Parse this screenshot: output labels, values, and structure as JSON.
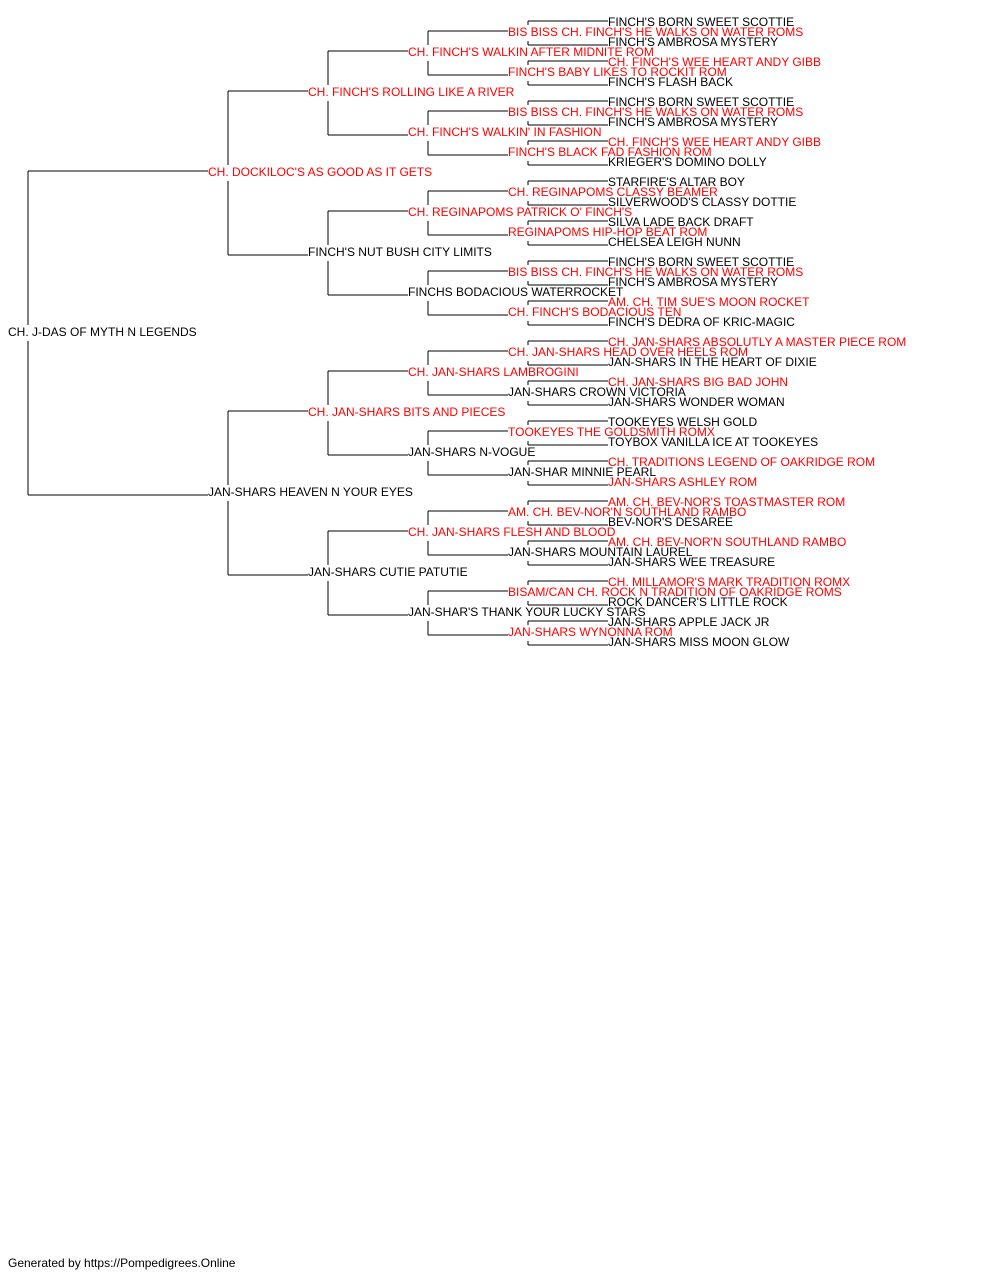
{
  "colors": {
    "champion": "#ff0000",
    "normal": "#000000",
    "line": "#000000"
  },
  "footer": "Generated by https://Pompedigrees.Online",
  "pedigree": {
    "name": "CH. J-DAS OF MYTH N LEGENDS",
    "champion": false,
    "sire": {
      "name": "CH. DOCKILOC'S AS GOOD AS IT GETS",
      "champion": true,
      "sire": {
        "name": "CH. FINCH'S ROLLING LIKE A RIVER",
        "champion": true,
        "sire": {
          "name": "CH. FINCH'S WALKIN AFTER MIDNITE ROM",
          "champion": true,
          "sire": {
            "name": "BIS BISS CH. FINCH'S HE WALKS ON WATER ROMS",
            "champion": true,
            "sire": {
              "name": "FINCH'S BORN SWEET SCOTTIE",
              "champion": false
            },
            "dam": {
              "name": "FINCH'S AMBROSA MYSTERY",
              "champion": false
            }
          },
          "dam": {
            "name": "FINCH'S BABY LIKES TO ROCKIT ROM",
            "champion": true,
            "sire": {
              "name": "CH. FINCH'S WEE HEART ANDY GIBB",
              "champion": true
            },
            "dam": {
              "name": "FINCH'S FLASH BACK",
              "champion": false
            }
          }
        },
        "dam": {
          "name": "CH. FINCH'S WALKIN' IN FASHION",
          "champion": true,
          "sire": {
            "name": "BIS BISS CH. FINCH'S HE WALKS ON WATER ROMS",
            "champion": true,
            "sire": {
              "name": "FINCH'S BORN SWEET SCOTTIE",
              "champion": false
            },
            "dam": {
              "name": "FINCH'S AMBROSA MYSTERY",
              "champion": false
            }
          },
          "dam": {
            "name": "FINCH'S BLACK FAD FASHION ROM",
            "champion": true,
            "sire": {
              "name": "CH. FINCH'S WEE HEART ANDY GIBB",
              "champion": true
            },
            "dam": {
              "name": "KRIEGER'S DOMINO DOLLY",
              "champion": false
            }
          }
        }
      },
      "dam": {
        "name": "FINCH'S NUT BUSH CITY LIMITS",
        "champion": false,
        "sire": {
          "name": "CH. REGINAPOMS PATRICK O' FINCH'S",
          "champion": true,
          "sire": {
            "name": "CH. REGINAPOMS CLASSY BEAMER",
            "champion": true,
            "sire": {
              "name": "STARFIRE'S ALTAR BOY",
              "champion": false
            },
            "dam": {
              "name": "SILVERWOOD'S CLASSY DOTTIE",
              "champion": false
            }
          },
          "dam": {
            "name": "REGINAPOMS HIP-HOP BEAT ROM",
            "champion": true,
            "sire": {
              "name": "SILVA LADE BACK DRAFT",
              "champion": false
            },
            "dam": {
              "name": "CHELSEA LEIGH NUNN",
              "champion": false
            }
          }
        },
        "dam": {
          "name": "FINCHS BODACIOUS WATERROCKET",
          "champion": false,
          "sire": {
            "name": "BIS BISS CH. FINCH'S HE WALKS ON WATER ROMS",
            "champion": true,
            "sire": {
              "name": "FINCH'S BORN SWEET SCOTTIE",
              "champion": false
            },
            "dam": {
              "name": "FINCH'S AMBROSA MYSTERY",
              "champion": false
            }
          },
          "dam": {
            "name": "CH. FINCH'S BODACIOUS TEN",
            "champion": true,
            "sire": {
              "name": "AM. CH. TIM SUE'S MOON ROCKET",
              "champion": true
            },
            "dam": {
              "name": "FINCH'S DEDRA OF KRIC-MAGIC",
              "champion": false
            }
          }
        }
      }
    },
    "dam": {
      "name": "JAN-SHARS HEAVEN N YOUR EYES",
      "champion": false,
      "sire": {
        "name": "CH. JAN-SHARS BITS AND PIECES",
        "champion": true,
        "sire": {
          "name": "CH. JAN-SHARS LAMBROGINI",
          "champion": true,
          "sire": {
            "name": "CH. JAN-SHARS HEAD OVER HEELS ROM",
            "champion": true,
            "sire": {
              "name": "CH. JAN-SHARS ABSOLUTLY A MASTER PIECE ROM",
              "champion": true
            },
            "dam": {
              "name": "JAN-SHARS IN THE HEART OF DIXIE",
              "champion": false
            }
          },
          "dam": {
            "name": "JAN-SHARS CROWN VICTORIA",
            "champion": false,
            "sire": {
              "name": "CH. JAN-SHARS BIG BAD JOHN",
              "champion": true
            },
            "dam": {
              "name": "JAN-SHARS WONDER WOMAN",
              "champion": false
            }
          }
        },
        "dam": {
          "name": "JAN-SHARS N-VOGUE",
          "champion": false,
          "sire": {
            "name": "TOOKEYES THE GOLDSMITH ROMX",
            "champion": true,
            "sire": {
              "name": "TOOKEYES WELSH GOLD",
              "champion": false
            },
            "dam": {
              "name": "TOYBOX VANILLA ICE AT TOOKEYES",
              "champion": false
            }
          },
          "dam": {
            "name": "JAN-SHAR MINNIE PEARL",
            "champion": false,
            "sire": {
              "name": "CH. TRADITIONS LEGEND OF OAKRIDGE ROM",
              "champion": true
            },
            "dam": {
              "name": "JAN-SHARS ASHLEY ROM",
              "champion": true
            }
          }
        }
      },
      "dam": {
        "name": "JAN-SHARS CUTIE PATUTIE",
        "champion": false,
        "sire": {
          "name": "CH. JAN-SHARS FLESH AND BLOOD",
          "champion": true,
          "sire": {
            "name": "AM. CH. BEV-NOR'N SOUTHLAND RAMBO",
            "champion": true,
            "sire": {
              "name": "AM. CH. BEV-NOR'S TOASTMASTER ROM",
              "champion": true
            },
            "dam": {
              "name": "BEV-NOR'S DESAREE",
              "champion": false
            }
          },
          "dam": {
            "name": "JAN-SHARS MOUNTAIN LAUREL",
            "champion": false,
            "sire": {
              "name": "AM. CH. BEV-NOR'N SOUTHLAND RAMBO",
              "champion": true
            },
            "dam": {
              "name": "JAN-SHARS WEE TREASURE",
              "champion": false
            }
          }
        },
        "dam": {
          "name": "JAN-SHAR'S THANK YOUR LUCKY STARS",
          "champion": false,
          "sire": {
            "name": "BISAM/CAN CH. ROCK N TRADITION OF OAKRIDGE ROMS",
            "champion": true,
            "sire": {
              "name": "CH. MILLAMOR'S MARK TRADITION ROMX",
              "champion": true
            },
            "dam": {
              "name": "ROCK DANCER'S LITTLE ROCK",
              "champion": false
            }
          },
          "dam": {
            "name": "JAN-SHARS WYNONNA ROM",
            "champion": true,
            "sire": {
              "name": "JAN-SHARS APPLE JACK JR",
              "champion": false
            },
            "dam": {
              "name": "JAN-SHARS MISS MOON GLOW",
              "champion": false
            }
          }
        }
      }
    }
  }
}
